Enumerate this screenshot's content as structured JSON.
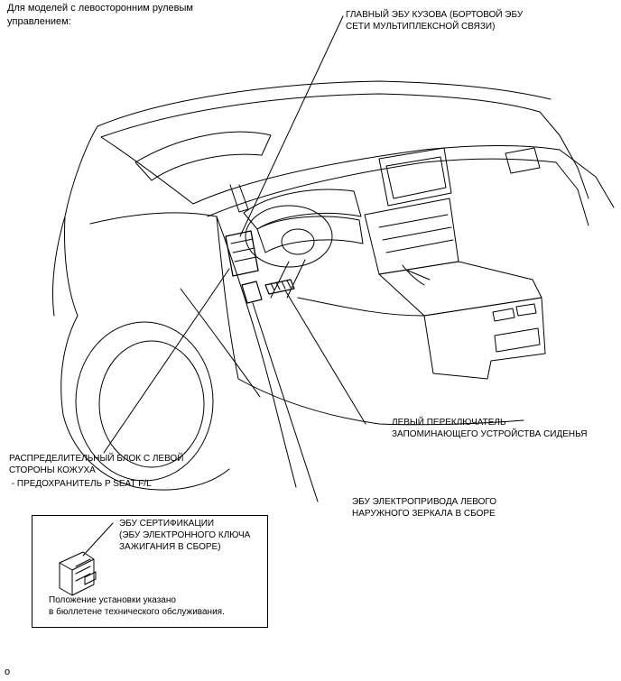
{
  "header": {
    "title_line1": "Для моделей с левосторонним рулевым",
    "title_line2": "управлением:"
  },
  "callouts": {
    "main_body_ecu": {
      "line1": "ГЛАВНЫЙ ЭБУ КУЗОВА (БОРТОВОЙ ЭБУ",
      "line2": "СЕТИ МУЛЬТИПЛЕКСНОЙ СВЯЗИ)"
    },
    "seat_memory_switch": {
      "line1": "ЛЕВЫЙ ПЕРЕКЛЮЧАТЕЛЬ",
      "line2": "ЗАПОМИНАЮЩЕГО УСТРОЙСТВА СИДЕНЬЯ"
    },
    "junction_block": {
      "line1": "РАСПРЕДЕЛИТЕЛЬНЫЙ БЛОК С ЛЕВОЙ",
      "line2": "СТОРОНЫ КОЖУХА",
      "line3": " - ПРЕДОХРАНИТЕЛЬ P SEAT F/L"
    },
    "mirror_ecu": {
      "line1": "ЭБУ ЭЛЕКТРОПРИВОДА ЛЕВОГО",
      "line2": "НАРУЖНОГО ЗЕРКАЛА В СБОРЕ"
    }
  },
  "inset": {
    "certification_ecu": {
      "line1": "ЭБУ СЕРТИФИКАЦИИ",
      "line2": "(ЭБУ ЭЛЕКТРОННОГО КЛЮЧА",
      "line3": "ЗАЖИГАНИЯ В СБОРЕ)"
    },
    "note_line1": "Положение установки указано",
    "note_line2": "в бюллетене технического обслуживания."
  },
  "footer": {
    "figure_code": "o"
  }
}
